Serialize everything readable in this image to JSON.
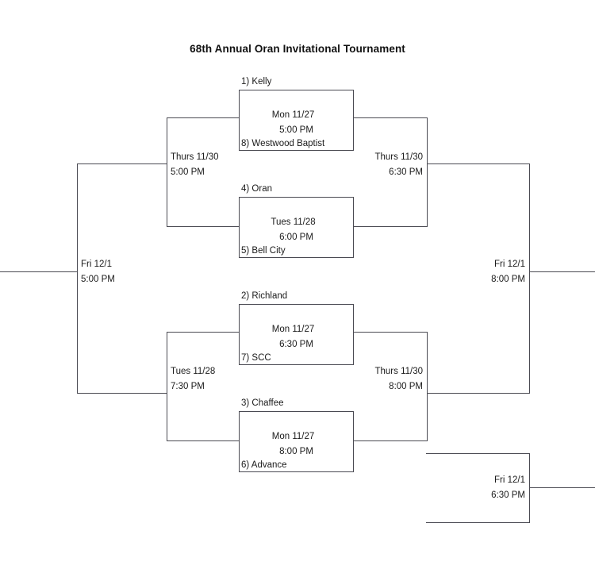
{
  "title": "68th Annual Oran Invitational Tournament",
  "games": [
    {
      "id": "r1-game1",
      "top_team": "1) Kelly",
      "bottom_team": "8) Westwood Baptist",
      "date": "Mon 11/27",
      "time": "5:00 PM"
    },
    {
      "id": "r1-game2",
      "top_team": "4) Oran",
      "bottom_team": "5) Bell City",
      "date": "Tues 11/28",
      "time": "6:00 PM"
    },
    {
      "id": "r1-game3",
      "top_team": "2) Richland",
      "bottom_team": "7) SCC",
      "date": "Mon 11/27",
      "time": "6:30 PM"
    },
    {
      "id": "r1-game4",
      "top_team": "3) Chaffee",
      "bottom_team": "6) Advance",
      "date": "Mon 11/27",
      "time": "8:00 PM"
    }
  ],
  "round_labels": [
    {
      "id": "semifinal-upper-left",
      "date": "Thurs 11/30",
      "time": "5:00 PM"
    },
    {
      "id": "semifinal-upper-right",
      "date": "Thurs 11/30",
      "time": "6:30 PM"
    },
    {
      "id": "semifinal-lower-left",
      "date": "Tues 11/28",
      "time": "7:30 PM"
    },
    {
      "id": "semifinal-lower-right",
      "date": "Thurs 11/30",
      "time": "8:00 PM"
    },
    {
      "id": "final-left",
      "date": "Fri 12/1",
      "time": "5:00 PM"
    },
    {
      "id": "final-right",
      "date": "Fri 12/1",
      "time": "8:00 PM"
    },
    {
      "id": "consolation",
      "date": "Fri 12/1",
      "time": "6:30 PM"
    }
  ],
  "colors": {
    "line": "#4a4a52",
    "text": "#1a1a1a",
    "background": "#ffffff"
  }
}
